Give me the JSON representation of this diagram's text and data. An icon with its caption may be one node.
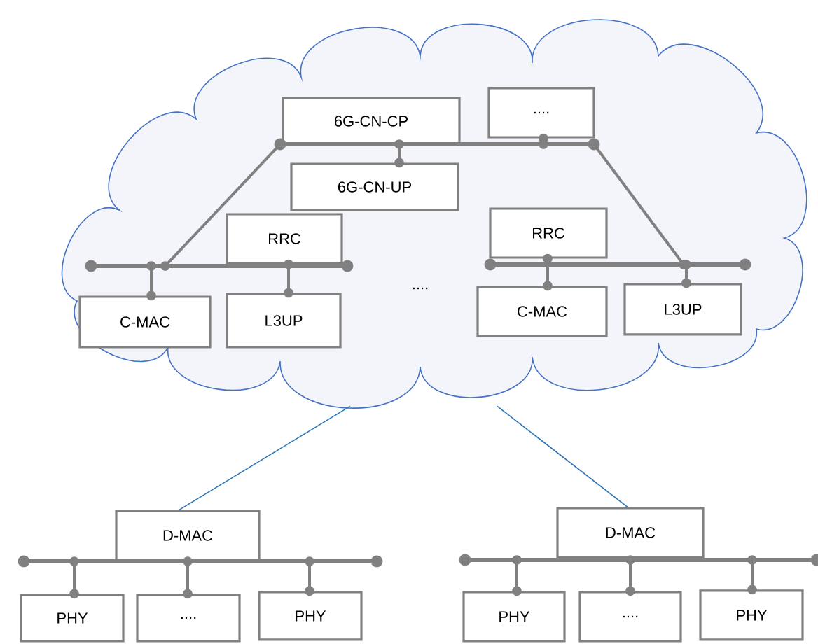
{
  "diagram": {
    "nodes": [
      {
        "text": [],
        "shape": "cloud"
      },
      {
        "text": [
          "6G-CN-CP"
        ],
        "in": 0
      },
      {
        "text": [
          "...."
        ],
        "in": 0
      },
      {
        "text": [
          "6G-CN-UP"
        ],
        "in": 0
      },
      {
        "text": [],
        "shape": "bar",
        "in": 0
      },
      {
        "text": [
          "RRC"
        ],
        "in": 0
      },
      {
        "text": [],
        "shape": "bar",
        "in": 0
      },
      {
        "text": [
          "C-MAC"
        ],
        "in": 0
      },
      {
        "text": [
          "L3UP"
        ],
        "in": 0
      },
      {
        "text": [
          "RRC"
        ],
        "in": 0
      },
      {
        "text": [],
        "shape": "bar",
        "in": 0
      },
      {
        "text": [
          "C-MAC"
        ],
        "in": 0
      },
      {
        "text": [
          "L3UP"
        ],
        "in": 0
      },
      {
        "text": [
          "D-MAC"
        ]
      },
      {
        "text": [],
        "shape": "bar"
      },
      {
        "text": [
          "PHY"
        ]
      },
      {
        "text": [
          "...."
        ]
      },
      {
        "text": [
          "PHY"
        ]
      },
      {
        "text": [
          "D-MAC"
        ]
      },
      {
        "text": [],
        "shape": "bar"
      },
      {
        "text": [
          "PHY"
        ]
      },
      {
        "text": [
          "...."
        ]
      },
      {
        "text": [
          "PHY"
        ]
      }
    ],
    "edges": [
      {
        "from": 3,
        "to": 4,
        "arrow": "other"
      },
      {
        "from": 2,
        "to": 4,
        "arrow": "other"
      },
      {
        "from": 4,
        "to": 6,
        "arrow": "other"
      },
      {
        "from": 4,
        "to": 10,
        "arrow": "other"
      },
      {
        "from": 7,
        "to": 6,
        "arrow": "other"
      },
      {
        "from": 5,
        "to": 8,
        "arrow": "other"
      },
      {
        "from": 9,
        "to": 11,
        "arrow": "other"
      },
      {
        "from": 12,
        "to": 10,
        "arrow": "other"
      },
      {
        "from": 0,
        "to": 13,
        "arrow": "none",
        "color": "#2e75b6"
      },
      {
        "from": 0,
        "to": 18,
        "arrow": "none",
        "color": "#2e75b6"
      },
      {
        "from": 15,
        "to": 14,
        "arrow": "other"
      },
      {
        "from": 16,
        "to": 14,
        "arrow": "other"
      },
      {
        "from": 17,
        "to": 14,
        "arrow": "other"
      },
      {
        "from": 20,
        "to": 19,
        "arrow": "other"
      },
      {
        "from": 21,
        "to": 19,
        "arrow": "other"
      },
      {
        "from": 22,
        "to": 19,
        "arrow": "other"
      }
    ],
    "labels": [
      "...."
    ]
  }
}
